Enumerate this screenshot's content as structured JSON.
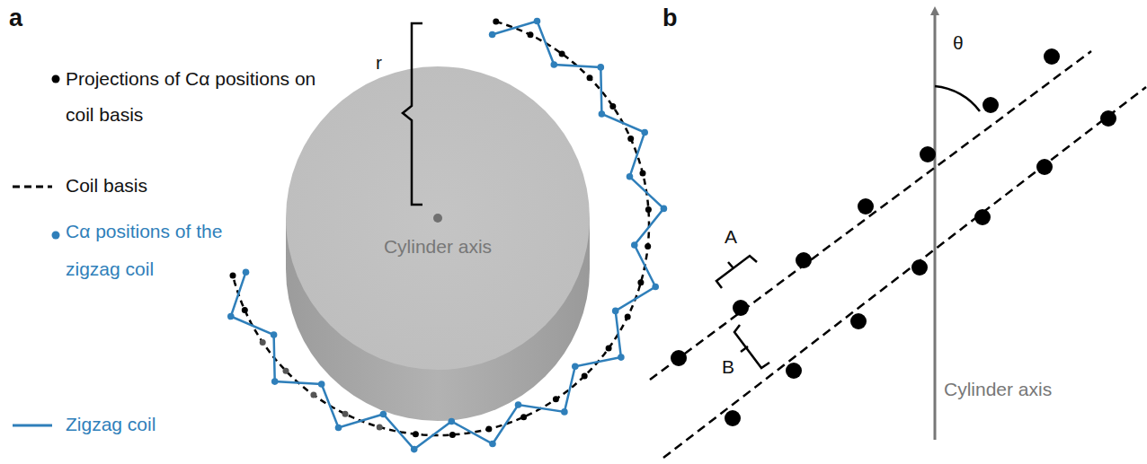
{
  "diagram": {
    "labels": [
      "a",
      "b",
      "r",
      "Cylinder axis",
      "θ",
      "A",
      "B",
      "Cylinder axis"
    ],
    "legend": [
      {
        "text": "Projections of Cα positions on coil basis"
      },
      {
        "text": "Coil basis"
      },
      {
        "text": "Cα positions of the zigzag coil"
      },
      {
        "text": "Zigzag coil"
      }
    ]
  }
}
